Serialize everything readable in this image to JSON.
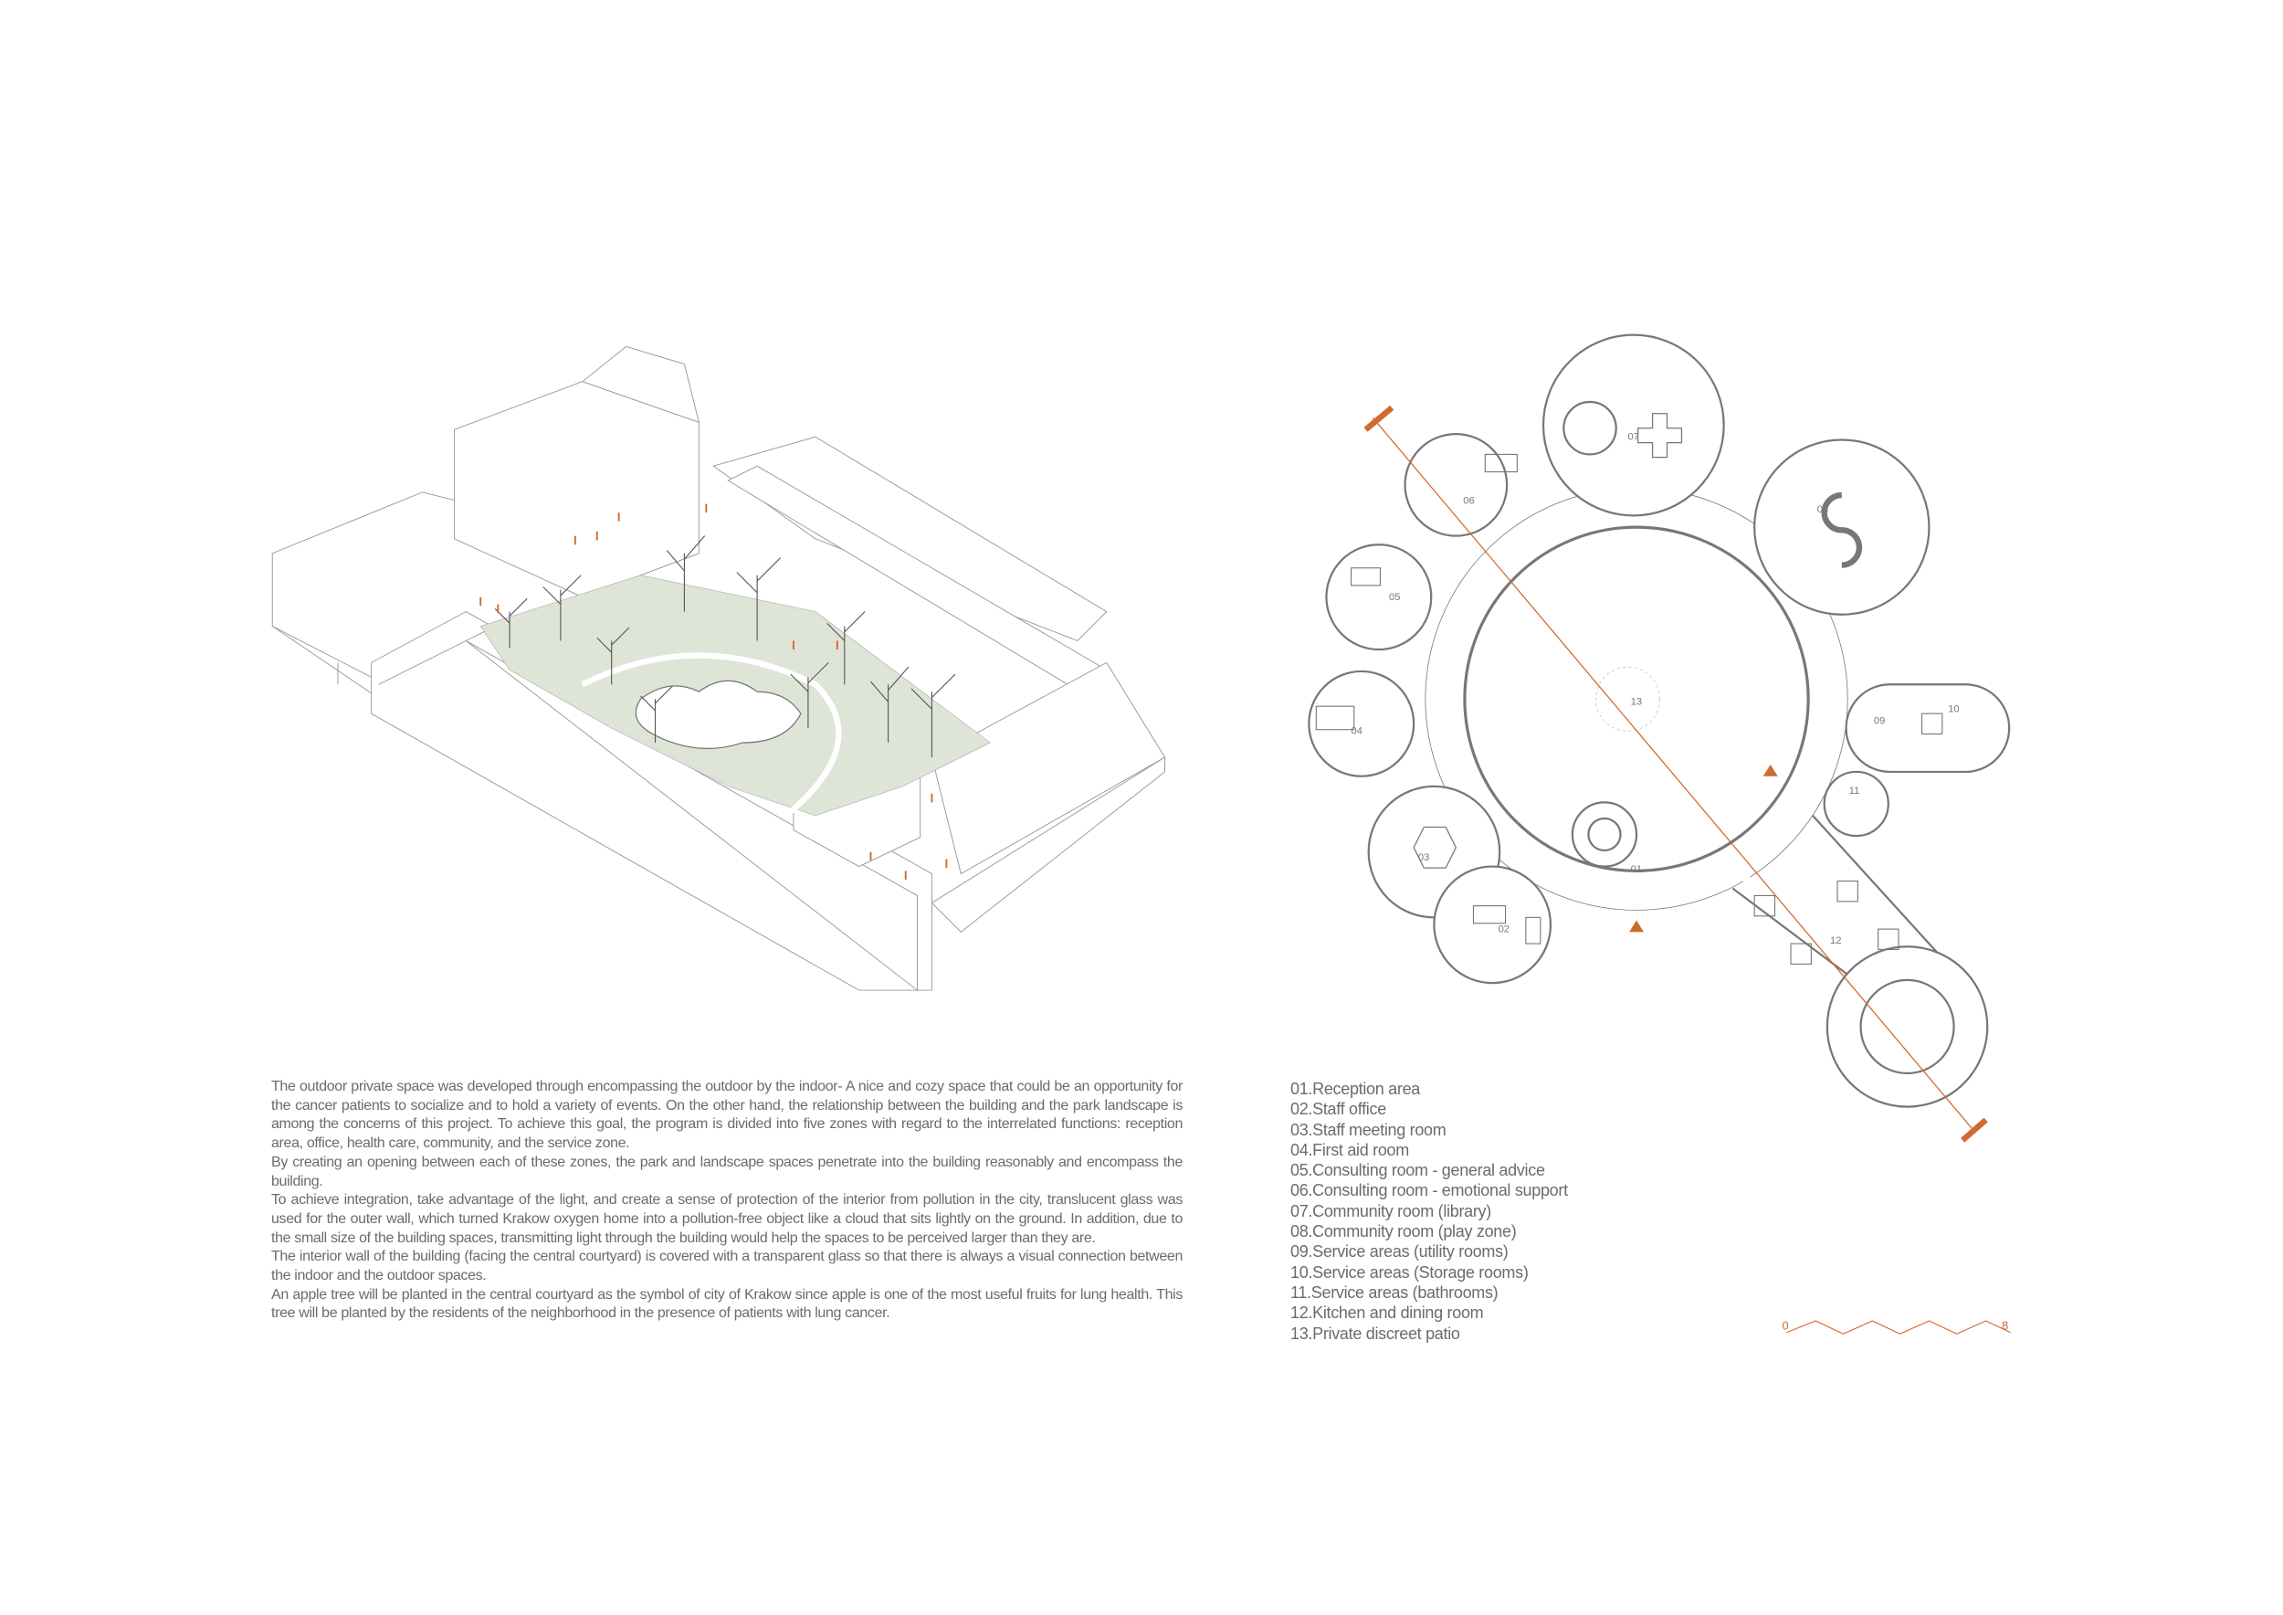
{
  "description": [
    "The outdoor private space was developed through encompassing the outdoor by the indoor- A nice and cozy space that could be an opportunity for the cancer patients to socialize and to hold a variety of events. On the other hand, the relationship between the building and the park landscape is among the concerns of this project. To achieve this goal, the program is divided into five zones with regard to the interrelated functions: reception area, office, health care, community, and the service zone.",
    "By creating an opening between each of these zones, the park and landscape spaces penetrate into the building reasonably and encompass the building.",
    "To achieve integration, take advantage of the light, and create a sense of protection of the interior from pollution in the city, translucent glass was used for the outer wall, which turned Krakow oxygen home into a pollution-free object like a cloud that sits lightly on the ground. In addition, due to the small size of the building spaces, transmitting light through the building would help the spaces to be perceived larger than they are.",
    "The interior wall of the building (facing the central courtyard) is covered with a transparent glass so that there is always a visual connection between the indoor and the outdoor spaces.",
    "An apple tree will be planted in the central courtyard as the symbol of city of Krakow since apple is one of the most useful fruits for lung health. This tree will be planted by the residents of the neighborhood in the presence of patients with lung cancer."
  ],
  "legend": [
    "01.Reception area",
    "02.Staff office",
    "03.Staff meeting room",
    "04.First aid room",
    "05.Consulting room - general advice",
    "06.Consulting room - emotional support",
    "07.Community room (library)",
    "08.Community room (play zone)",
    "09.Service areas (utility rooms)",
    "10.Service areas (Storage rooms)",
    "11.Service areas (bathrooms)",
    "12.Kitchen and dining room",
    "13.Private discreet patio"
  ],
  "plan_labels": {
    "r01": "01",
    "r02": "02",
    "r03": "03",
    "r04": "04",
    "r05": "05",
    "r06": "06",
    "r07": "07",
    "r08": "08",
    "r09": "09",
    "r10": "10",
    "r11": "11",
    "r12": "12",
    "r13": "13"
  },
  "scale": {
    "start": "0",
    "end": "8"
  },
  "colors": {
    "accent": "#d06a30",
    "text": "#6b6b6b",
    "green": "#dfe5d6",
    "line": "#8a8a8a"
  }
}
